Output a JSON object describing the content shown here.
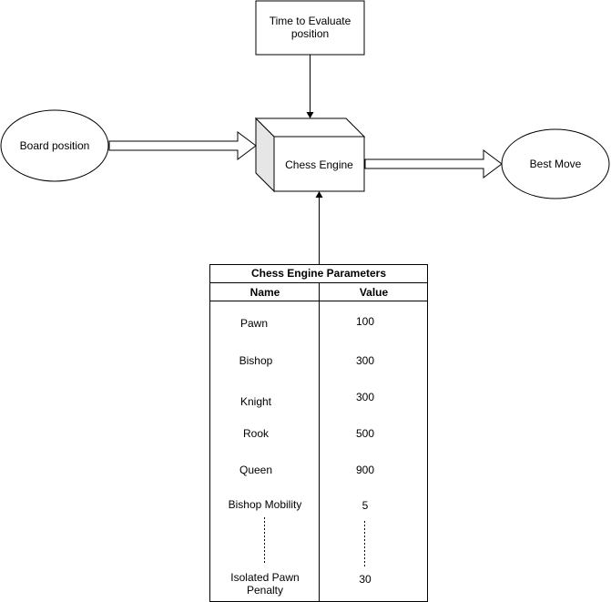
{
  "nodes": {
    "time_box": "Time to Evaluate position",
    "board_position": "Board position",
    "chess_engine": "Chess Engine",
    "best_move": "Best Move"
  },
  "table": {
    "title": "Chess Engine Parameters",
    "headers": {
      "name": "Name",
      "value": "Value"
    },
    "rows": [
      {
        "name": "Pawn",
        "value": "100"
      },
      {
        "name": "Bishop",
        "value": "300"
      },
      {
        "name": "Knight",
        "value": "300"
      },
      {
        "name": "Rook",
        "value": "500"
      },
      {
        "name": "Queen",
        "value": "900"
      },
      {
        "name": "Bishop Mobility",
        "value": "5"
      },
      {
        "name": "Isolated Pawn Penalty",
        "value": "30"
      }
    ]
  }
}
